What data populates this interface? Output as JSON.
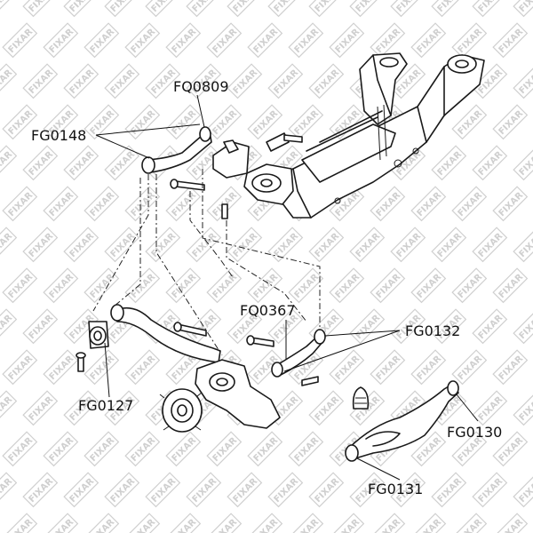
{
  "diagram": {
    "brand_watermark": "FIXAR",
    "watermark_color": "#cfcfcf",
    "line_color": "#1a1a1a",
    "labels": {
      "fq0809": "FQ0809",
      "fg0148": "FG0148",
      "fq0367": "FQ0367",
      "fg0132": "FG0132",
      "fg0127": "FG0127",
      "fg0130": "FG0130",
      "fg0131": "FG0131"
    }
  }
}
